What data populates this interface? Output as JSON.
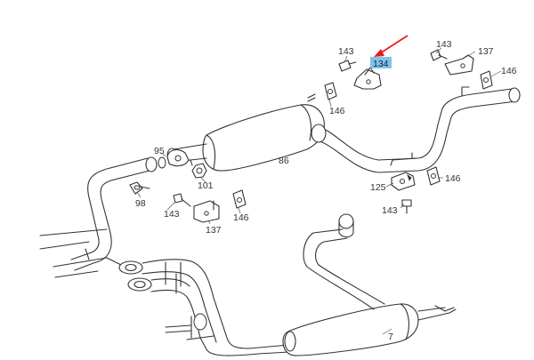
{
  "labels": {
    "p143a": "143",
    "p134": "134",
    "p146a": "146",
    "p143b": "143",
    "p137a": "137",
    "p146b": "146",
    "p95": "95",
    "p86": "86",
    "p101": "101",
    "p98": "98",
    "p143c": "143",
    "p146c": "146",
    "p137b": "137",
    "p125": "125",
    "p146d": "146",
    "p143d": "143",
    "p7": "7"
  },
  "colors": {
    "highlight": "#7ec3ee",
    "arrow": "#e02020",
    "line": "#333333"
  },
  "highlighted_part": "134"
}
